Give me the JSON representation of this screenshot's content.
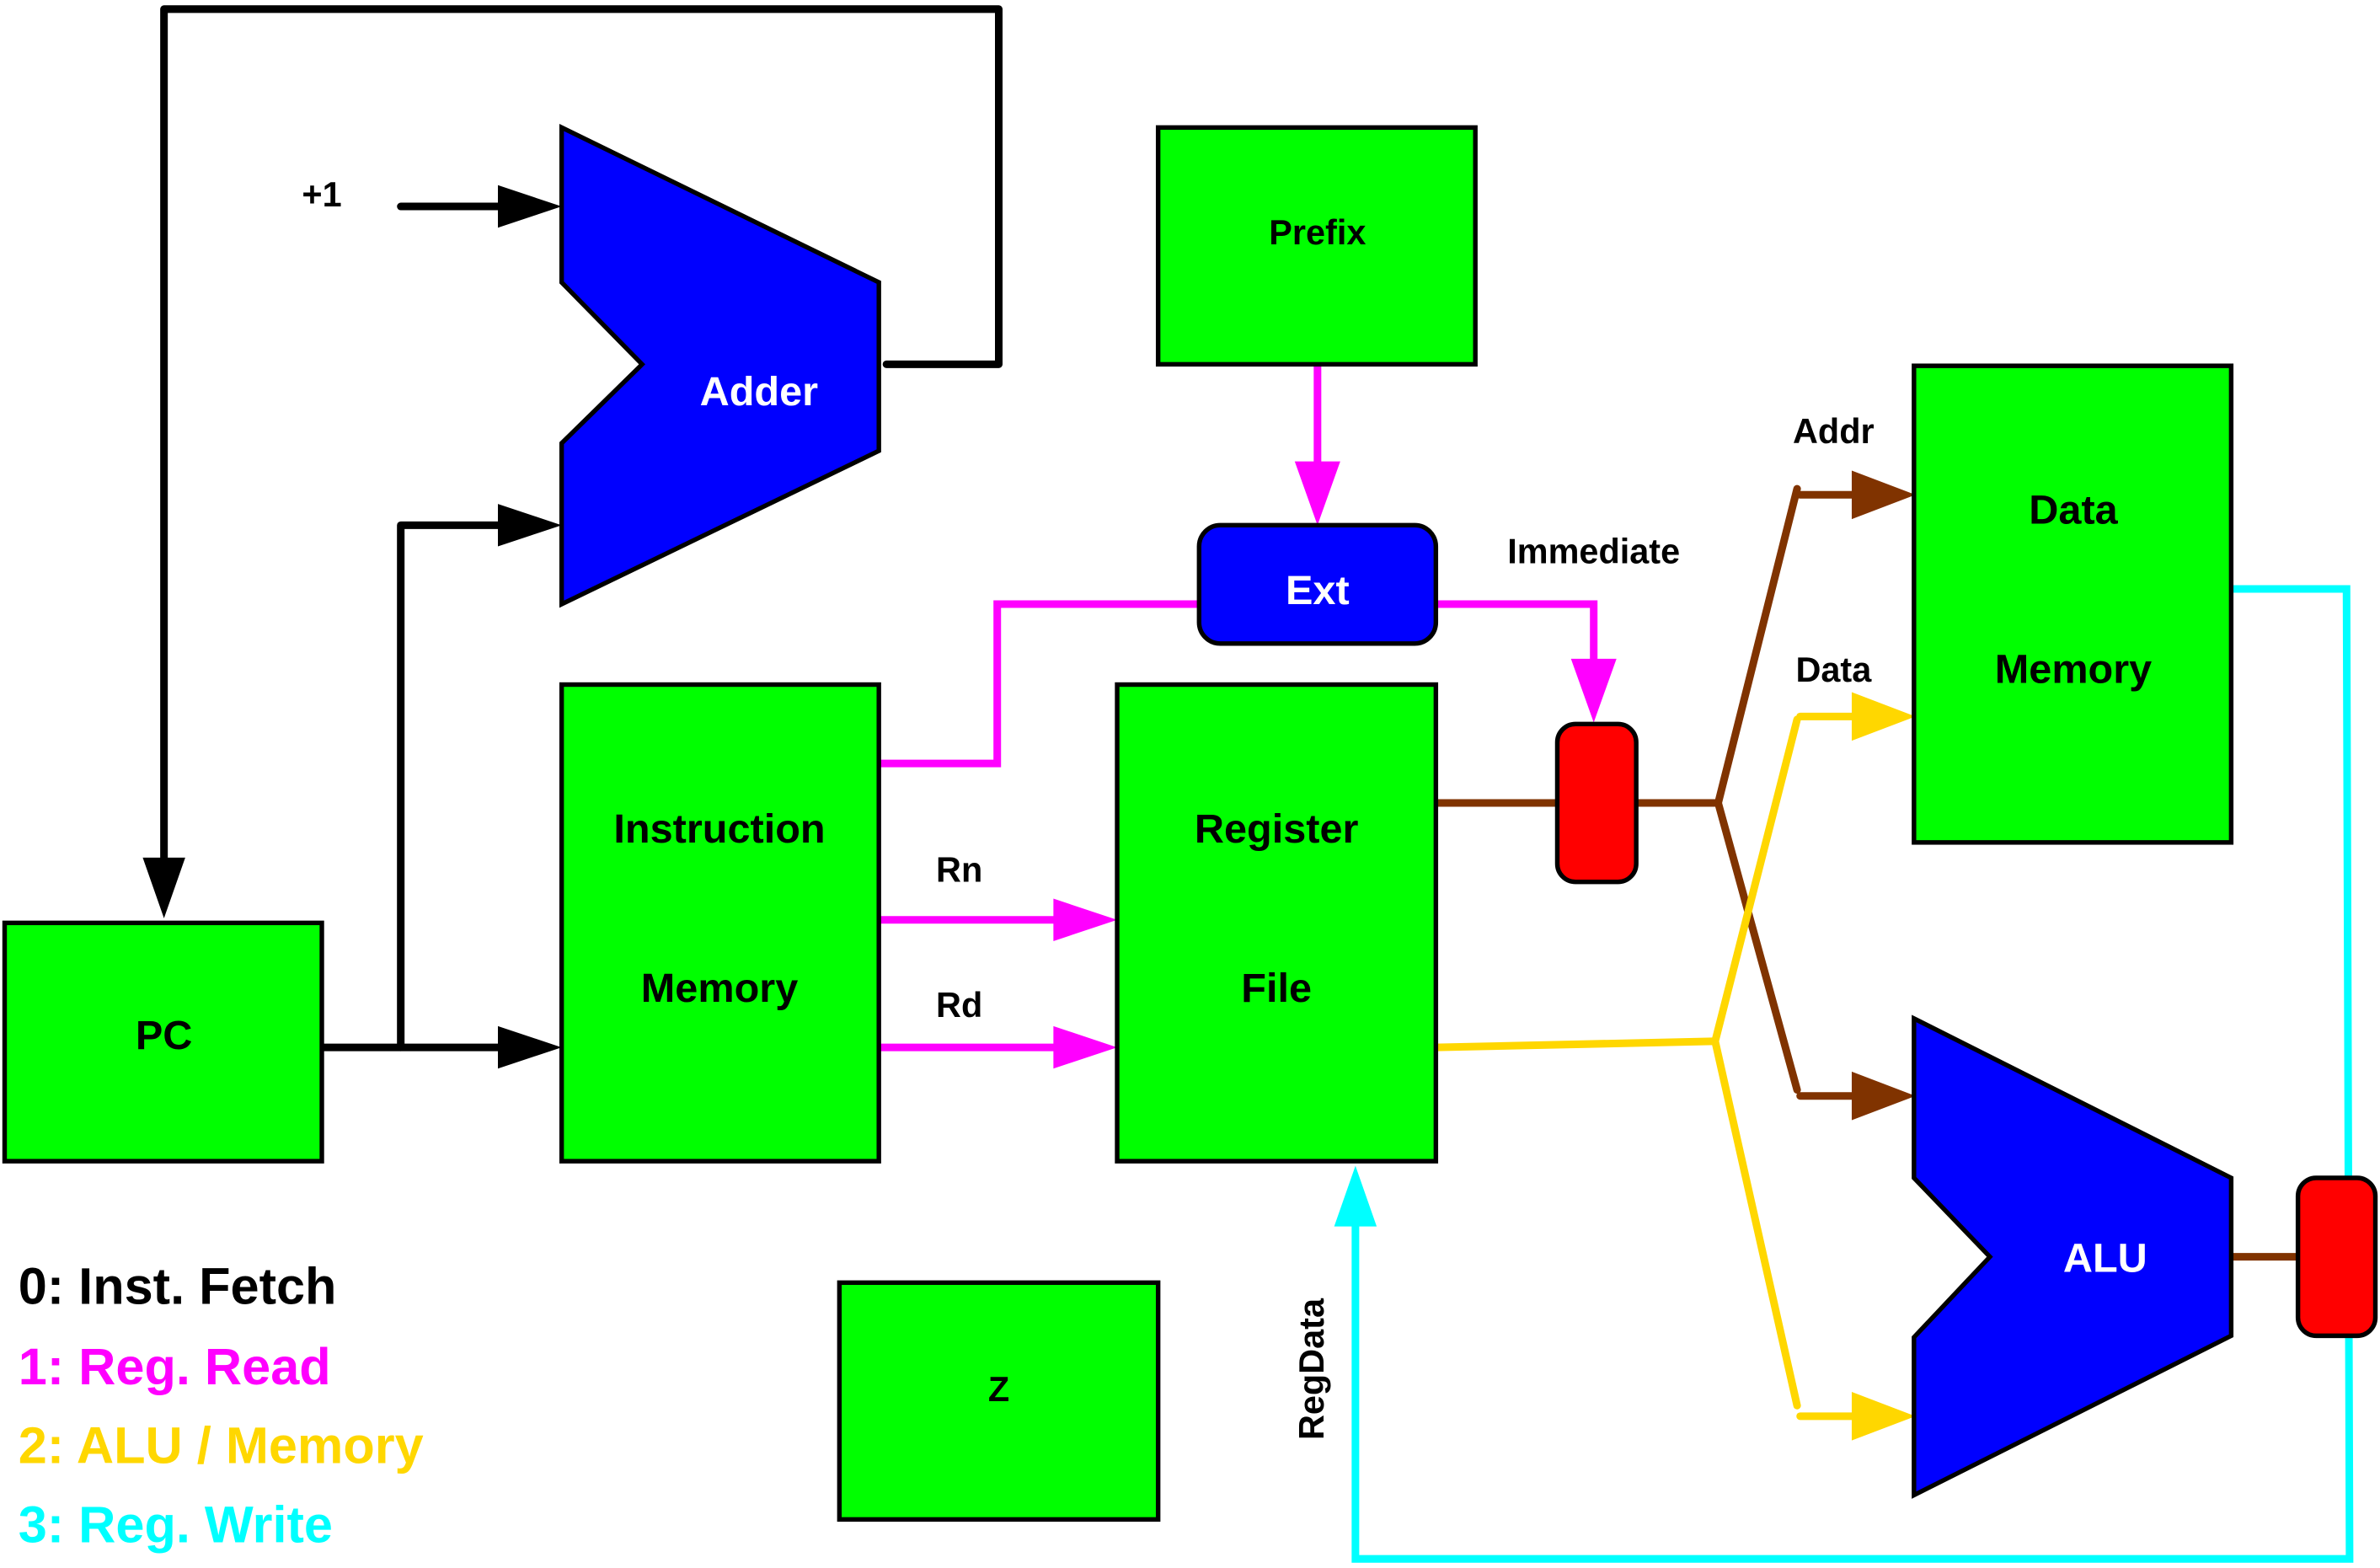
{
  "diagram": {
    "title": "Single-cycle processor datapath",
    "colors": {
      "block_fill": "#00ff00",
      "unit_fill": "#0000ff",
      "mux_fill": "#ff0000",
      "stage0": "#000000",
      "stage1": "#ff00ff",
      "stage2": "#ffd700",
      "stage3": "#00ffff",
      "internal_wire": "#803300"
    },
    "blocks": {
      "pc": "PC",
      "instruction_memory_line1": "Instruction",
      "instruction_memory_line2": "Memory",
      "register_file_line1": "Register",
      "register_file_line2": "File",
      "data_memory_line1": "Data",
      "data_memory_line2": "Memory",
      "prefix": "Prefix",
      "z": "Z",
      "adder": "Adder",
      "alu": "ALU",
      "ext": "Ext"
    },
    "signals": {
      "plus_one": "+1",
      "rn": "Rn",
      "rd": "Rd",
      "immediate": "Immediate",
      "addr": "Addr",
      "data": "Data",
      "regdata": "RegData"
    },
    "legend": [
      {
        "label": "0: Inst. Fetch",
        "color": "#000000"
      },
      {
        "label": "1: Reg. Read",
        "color": "#ff00ff"
      },
      {
        "label": "2: ALU / Memory",
        "color": "#ffd700"
      },
      {
        "label": "3: Reg. Write",
        "color": "#00ffff"
      }
    ]
  }
}
